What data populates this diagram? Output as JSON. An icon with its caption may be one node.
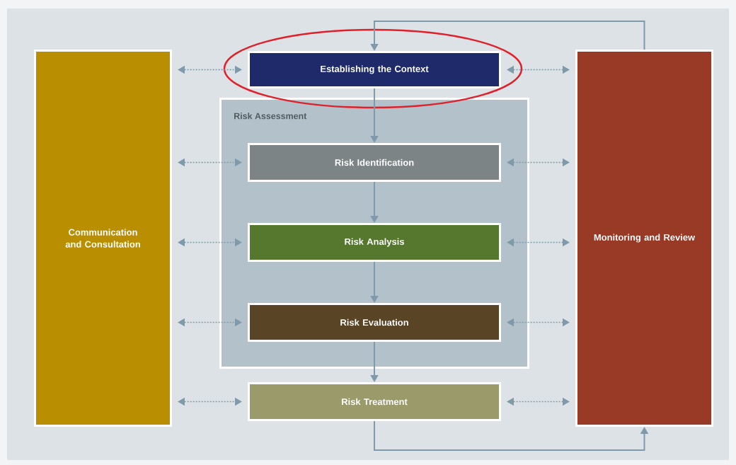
{
  "diagram": {
    "nodes": [
      {
        "text": [
          "Communication and Consultation"
        ]
      },
      {
        "text": [
          "Establishing the Context"
        ]
      },
      {
        "text": [
          "Risk Assessment"
        ]
      },
      {
        "text": [
          "Risk Identification"
        ],
        "in": 2
      },
      {
        "text": [
          "Risk Analysis"
        ],
        "in": 2
      },
      {
        "text": [
          "Risk Evaluation"
        ],
        "in": 2
      },
      {
        "text": [
          "Risk Treatment"
        ]
      },
      {
        "text": [
          "Monitoring and Review"
        ]
      }
    ],
    "edges": [
      {
        "from": 0,
        "to": 1,
        "arrow": "both",
        "style": "dashed"
      },
      {
        "from": 1,
        "to": 7,
        "arrow": "both",
        "style": "dashed"
      },
      {
        "from": 0,
        "to": 3,
        "arrow": "both",
        "style": "dashed"
      },
      {
        "from": 3,
        "to": 7,
        "arrow": "both",
        "style": "dashed"
      },
      {
        "from": 0,
        "to": 4,
        "arrow": "both",
        "style": "dashed"
      },
      {
        "from": 4,
        "to": 7,
        "arrow": "both",
        "style": "dashed"
      },
      {
        "from": 0,
        "to": 5,
        "arrow": "both",
        "style": "dashed"
      },
      {
        "from": 5,
        "to": 7,
        "arrow": "both",
        "style": "dashed"
      },
      {
        "from": 0,
        "to": 6,
        "arrow": "both",
        "style": "dashed"
      },
      {
        "from": 6,
        "to": 7,
        "arrow": "both",
        "style": "dashed"
      },
      {
        "from": 1,
        "to": 3,
        "arrow": "to"
      },
      {
        "from": 3,
        "to": 4,
        "arrow": "to"
      },
      {
        "from": 4,
        "to": 5,
        "arrow": "to"
      },
      {
        "from": 5,
        "to": 6,
        "arrow": "to"
      },
      {
        "from": 6,
        "to": 7,
        "arrow": "to"
      },
      {
        "from": 7,
        "to": 1,
        "arrow": "to"
      }
    ]
  }
}
